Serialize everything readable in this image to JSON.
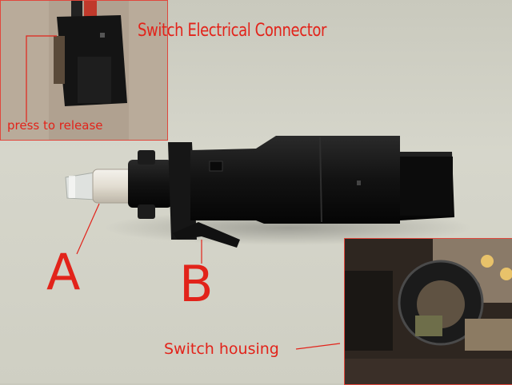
{
  "image": {
    "description_text": "",
    "labels": {
      "connector_title": "Switch Electrical Connector",
      "press_to_release": "press to release",
      "part_a": "A",
      "part_b": "B",
      "switch_housing": "Switch housing"
    }
  },
  "colors": {
    "annotation": "#e2231a",
    "background": "#d2d2c6",
    "plastic_black": "#151515",
    "plunger_white": "#ece8df"
  }
}
